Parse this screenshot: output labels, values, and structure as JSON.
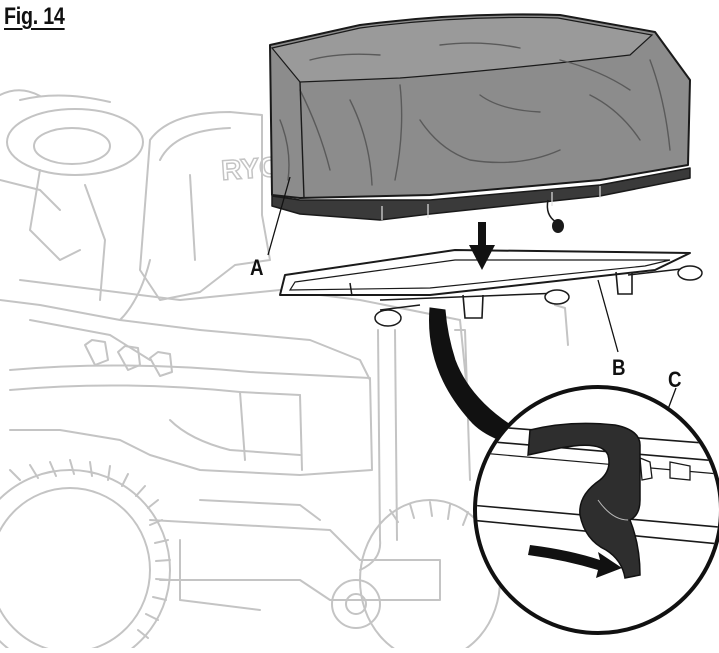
{
  "figure": {
    "title": "Fig. 14",
    "brand_text": "RYO"
  },
  "callouts": {
    "a": "A",
    "b": "B",
    "c": "C"
  },
  "colors": {
    "cover_fill": "#8a8a8a",
    "cover_shadow": "#6f6f6f",
    "strip": "#3a3a3a",
    "line_art": "#c8c8c8",
    "ink": "#111111",
    "strap": "#2a2a2a"
  }
}
